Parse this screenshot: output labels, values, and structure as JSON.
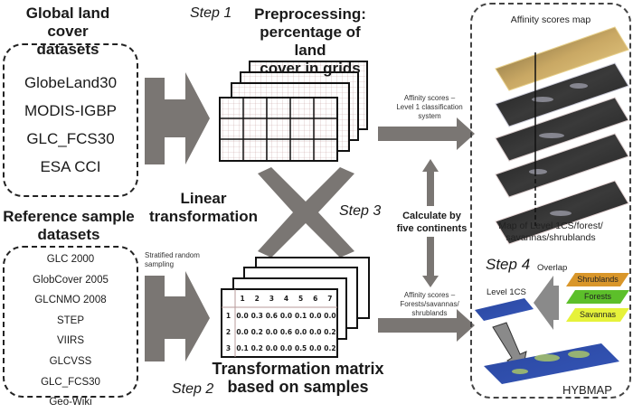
{
  "left_top": {
    "title_line1": "Global land cover",
    "title_line2": "datasets",
    "datasets": [
      "GlobeLand30",
      "MODIS-IGBP",
      "GLC_FCS30",
      "ESA CCI"
    ]
  },
  "left_bottom": {
    "title_line1": "Reference sample",
    "title_line2": "datasets",
    "datasets": [
      "GLC 2000",
      "GlobCover 2005",
      "GLCNMO 2008",
      "STEP",
      "VIIRS",
      "GLCVSS",
      "GLC_FCS30",
      "Geo-Wiki"
    ]
  },
  "step1": {
    "label": "Step 1",
    "title_line1": "Preprocessing:",
    "title_line2": "percentage of land",
    "title_line3": "cover in grids"
  },
  "linear": {
    "line1": "Linear",
    "line2": "transformation"
  },
  "step2": {
    "label": "Step 2",
    "sampling_line1": "Stratified random",
    "sampling_line2": "sampling",
    "title_line1": "Transformation matrix",
    "title_line2": "based on samples",
    "matrix": {
      "columns": [
        "1",
        "2",
        "3",
        "4",
        "5",
        "6",
        "7"
      ],
      "rows": [
        {
          "label": "1",
          "values": [
            "0.0",
            "0.3",
            "0.6",
            "0.0",
            "0.1",
            "0.0",
            "0.0"
          ]
        },
        {
          "label": "2",
          "values": [
            "0.0",
            "0.2",
            "0.0",
            "0.6",
            "0.0",
            "0.0",
            "0.2"
          ]
        },
        {
          "label": "3",
          "values": [
            "0.1",
            "0.2",
            "0.0",
            "0.0",
            "0.5",
            "0.0",
            "0.2"
          ]
        }
      ]
    }
  },
  "step3": {
    "label": "Step 3",
    "calc_line1": "Calculate by",
    "calc_line2": "five continents",
    "affinity_top_line1": "Affinity scores –",
    "affinity_top_line2": "Level 1 classification",
    "affinity_top_line3": "system",
    "affinity_bottom_line1": "Affinity scores –",
    "affinity_bottom_line2": "Forests/savannas/",
    "affinity_bottom_line3": "shrublands"
  },
  "right_panel": {
    "map_title": "Affinity scores map",
    "map_caption_line1": "Map of Level 1CS/forest/",
    "map_caption_line2": "savannas/shrublands",
    "step4_label": "Step 4",
    "overlap_label": "Overlap",
    "level1cs_label": "Level 1CS",
    "layers": [
      {
        "label": "Shrublands",
        "color": "#d9962a"
      },
      {
        "label": "Forests",
        "color": "#5cbf2a"
      },
      {
        "label": "Savannas",
        "color": "#e6f23a"
      }
    ],
    "result_label": "HYBMAP"
  },
  "colors": {
    "arrow_gray": "#7a7673",
    "text_dark": "#1a1a1a"
  }
}
